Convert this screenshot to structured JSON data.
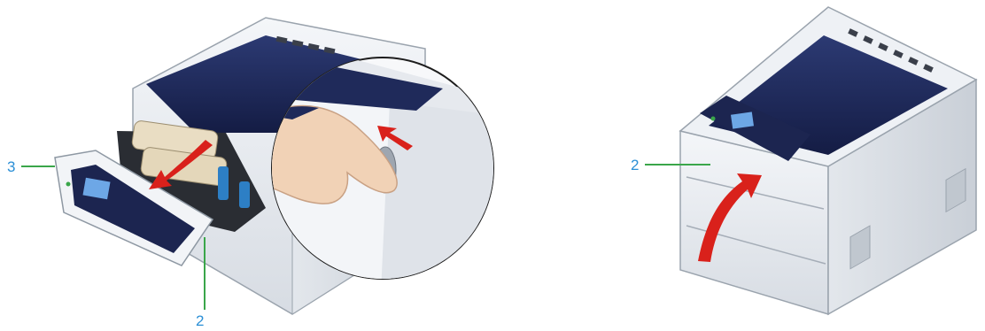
{
  "colors": {
    "callout_text": "#2b8fd6",
    "leader_line": "#3aa64a",
    "arrow": "#d9211b",
    "printer_body": "#eceff3",
    "printer_shadow": "#bfc6cf",
    "top_cover": "#1f2a5a",
    "toner": "#e9ddc3",
    "hand": "#f1d2b6"
  },
  "left_figure": {
    "callout_front_cover": "3",
    "callout_button": "2"
  },
  "right_figure": {
    "callout_button": "2"
  }
}
